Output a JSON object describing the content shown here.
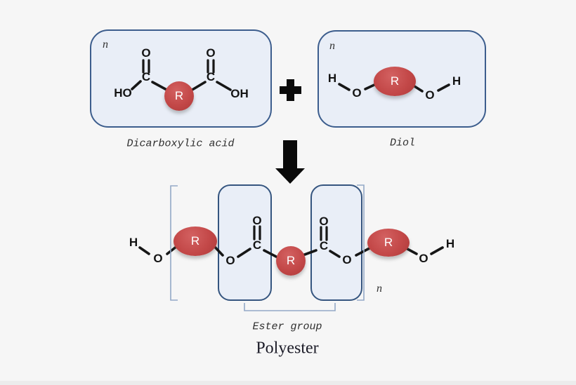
{
  "palette": {
    "background": "#f6f6f6",
    "footer_strip": "#ececec",
    "panel_fill": "#e9eef7",
    "panel_border": "#3c5d8d",
    "ester_box_border": "#35557f",
    "bond_color": "#161616",
    "bracket_color": "#93a9c7",
    "r_group_red": "#c34848",
    "r_text": "#ffffff"
  },
  "reaction": {
    "plus_icon": "plus",
    "arrow_icon": "down-arrow"
  },
  "diacid": {
    "repeat": "n",
    "caption": "Dicarboxylic acid",
    "r_label": "R",
    "atoms": {
      "ho": "HO",
      "c_left": "C",
      "o_left": "O",
      "c_right": "C",
      "o_right": "O",
      "oh": "OH"
    }
  },
  "diol": {
    "repeat": "n",
    "caption": "Diol",
    "r_label": "R",
    "atoms": {
      "h_left": "H",
      "o_left": "O",
      "o_right": "O",
      "h_right": "H"
    }
  },
  "polymer": {
    "repeat": "n",
    "ester_caption": "Ester group",
    "title": "Polyester",
    "r_left": "R",
    "r_mid": "R",
    "r_right": "R",
    "atoms": {
      "h_left": "H",
      "o_left": "O",
      "o_ester1": "O",
      "c_ester1": "C",
      "o_carbonyl1": "O",
      "c_ester2": "C",
      "o_carbonyl2": "O",
      "o_ester2": "O",
      "o_right": "O",
      "h_right": "H"
    }
  }
}
